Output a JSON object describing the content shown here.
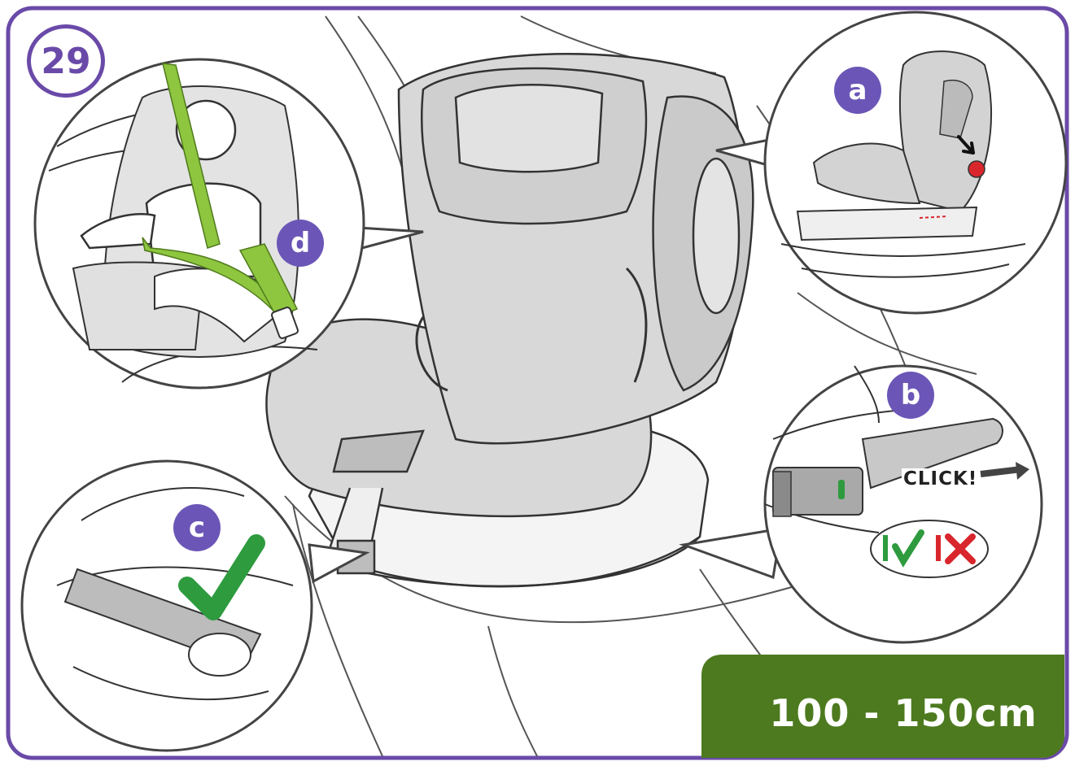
{
  "step": {
    "number": "29"
  },
  "callouts": {
    "a": {
      "letter": "a"
    },
    "b": {
      "letter": "b",
      "sound": "CLICK!"
    },
    "c": {
      "letter": "c"
    },
    "d": {
      "letter": "d"
    }
  },
  "height_range": "100 - 150cm",
  "colors": {
    "frame": "#6a4aa8",
    "badge": "#6b56b7",
    "belt": "#8ec63f",
    "check": "#2e9b3e",
    "cross": "#d9262c",
    "footer": "#4d7a1f",
    "seat_fill": "#d8d8d8"
  },
  "icons": [
    "check-icon",
    "cross-icon",
    "click-arrow-icon",
    "red-indicator-icon"
  ]
}
